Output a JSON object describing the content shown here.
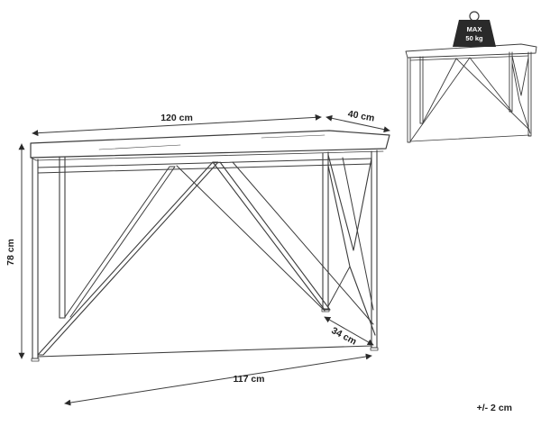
{
  "dimensions": {
    "width_label": "120 cm",
    "depth_label": "40 cm",
    "height_label": "78 cm",
    "leg_depth_label": "34 cm",
    "base_width_label": "117 cm",
    "tolerance_label": "+/- 2 cm"
  },
  "load_badge": {
    "line1": "MAX",
    "line2": "50 kg",
    "icon": "weight-icon"
  },
  "colors": {
    "line": "#3c3c3c",
    "text": "#1e1e1e",
    "badge_fill": "#2a2a2a",
    "badge_text": "#ffffff"
  }
}
